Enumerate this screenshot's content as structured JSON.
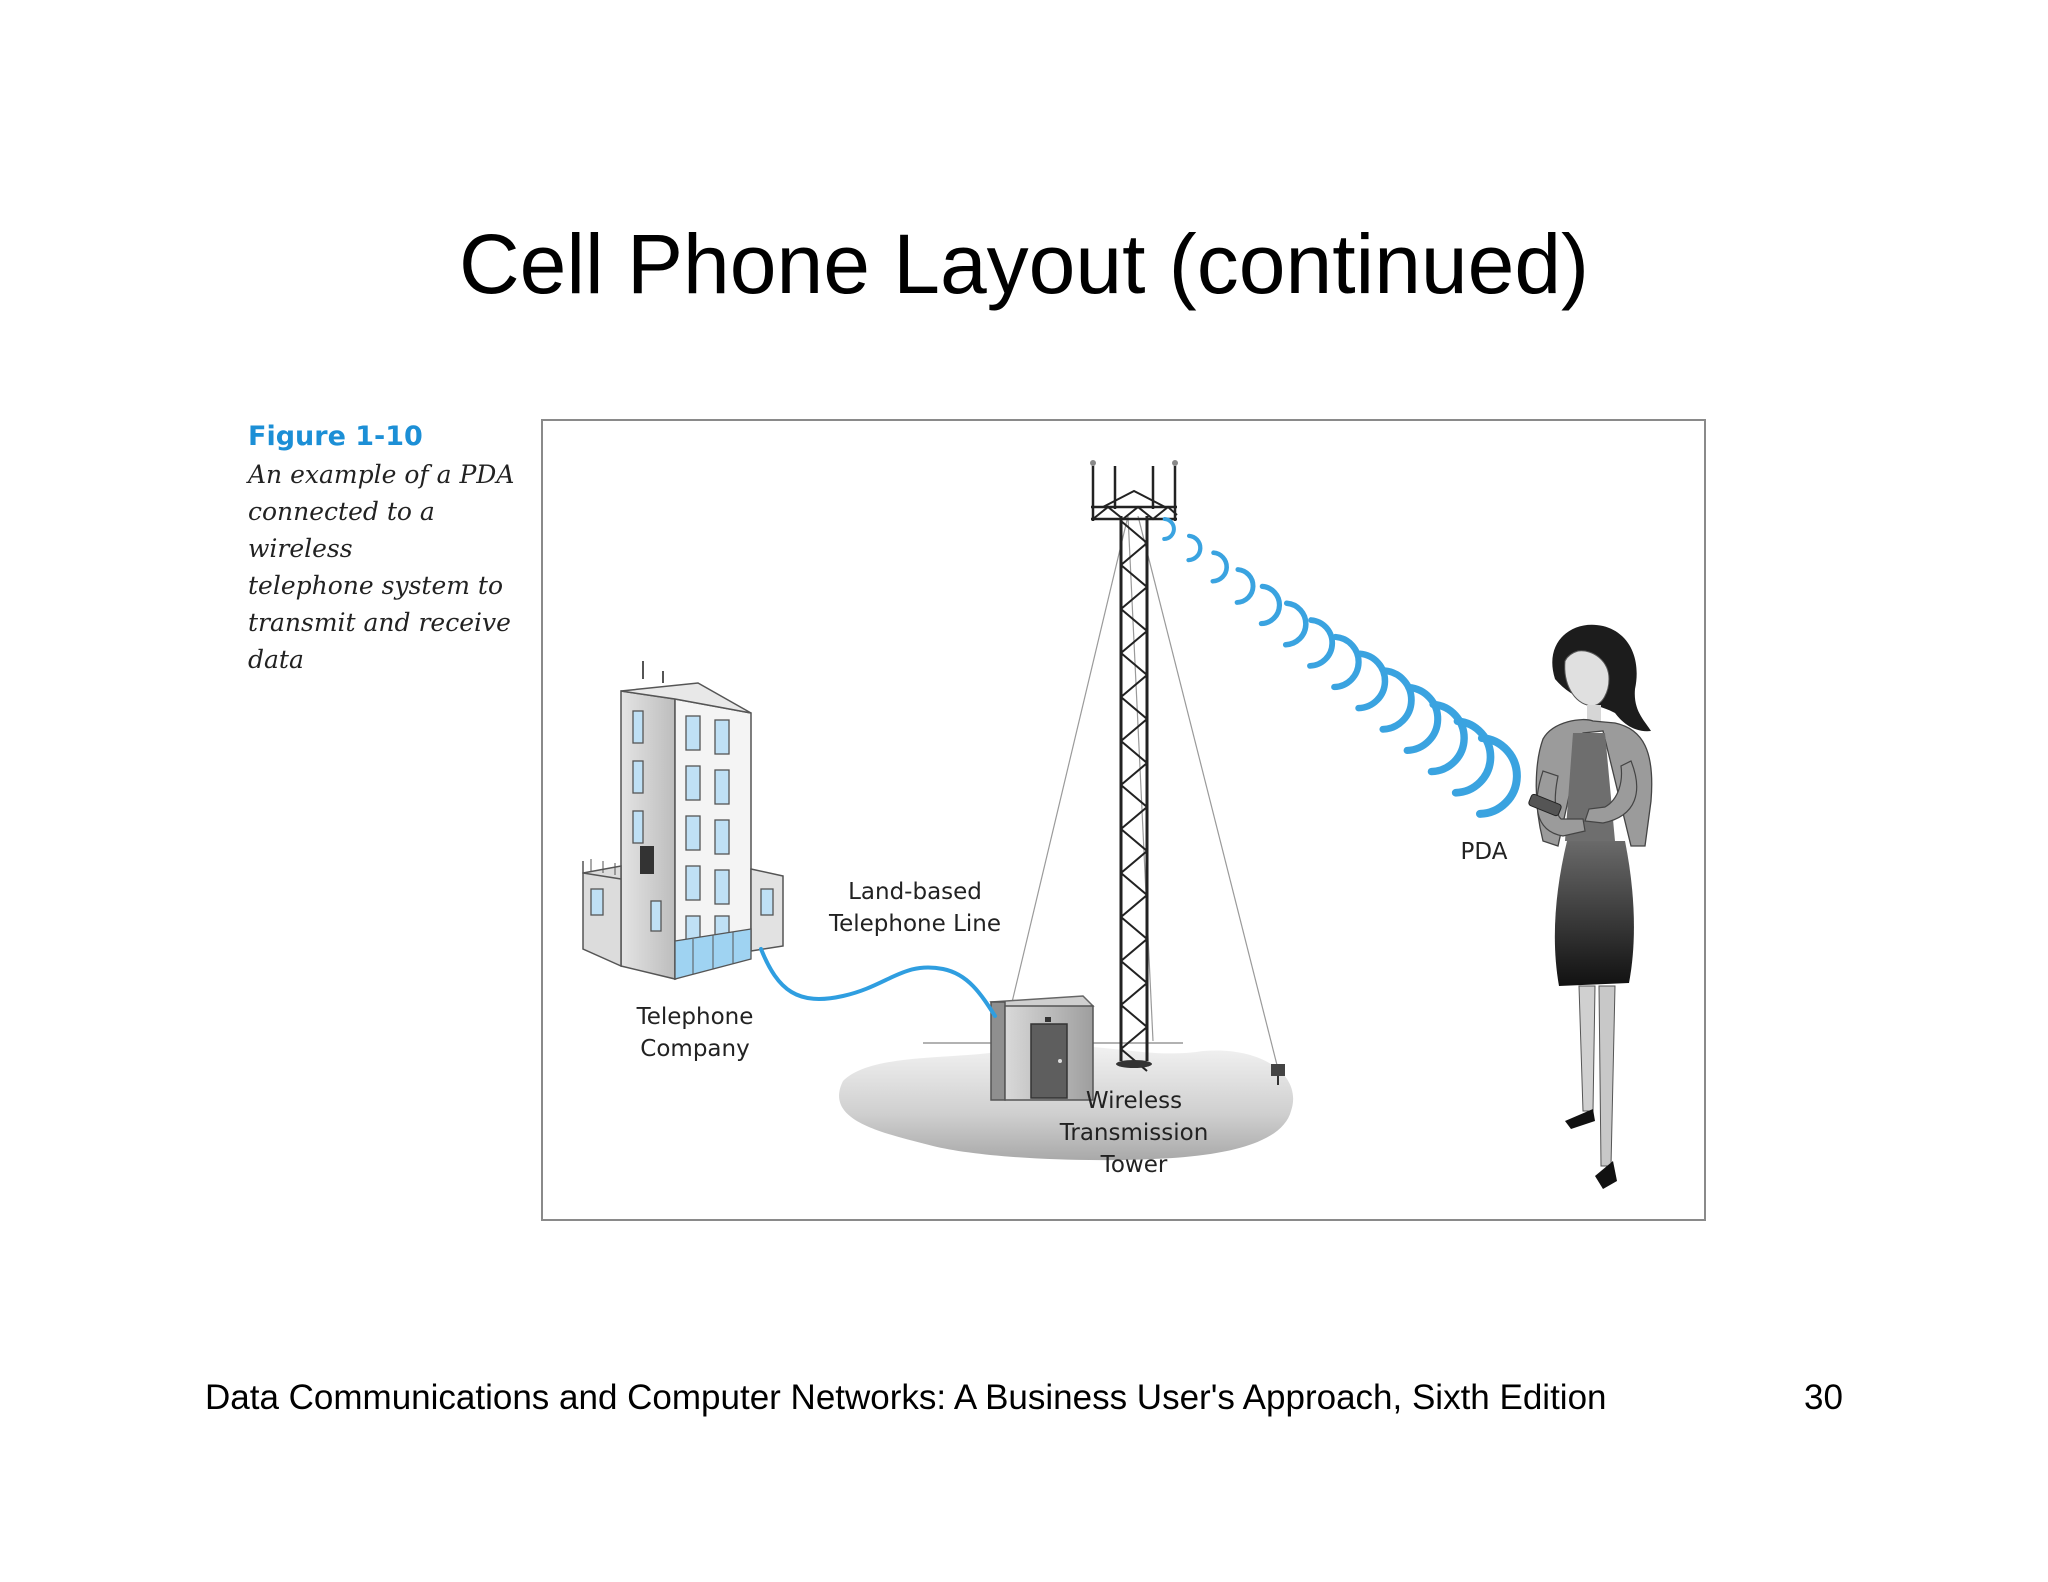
{
  "slide": {
    "title": "Cell Phone Layout (continued)",
    "footer": "Data Communications and Computer Networks: A Business User's Approach, Sixth Edition",
    "page_number": "30"
  },
  "figure": {
    "label": "Figure 1-10",
    "caption_lines": [
      "An example of a PDA",
      "connected to a wireless",
      "telephone system to",
      "transmit and receive",
      "data"
    ],
    "labels": {
      "telephone_company": [
        "Telephone",
        "Company"
      ],
      "land_line": [
        "Land-based",
        "Telephone Line"
      ],
      "tower": [
        "Wireless",
        "Transmission",
        "Tower"
      ],
      "pda": "PDA"
    },
    "colors": {
      "accent": "#1c8fd6",
      "signal": "#3aa3e0",
      "line": "#2f9ee0"
    }
  }
}
